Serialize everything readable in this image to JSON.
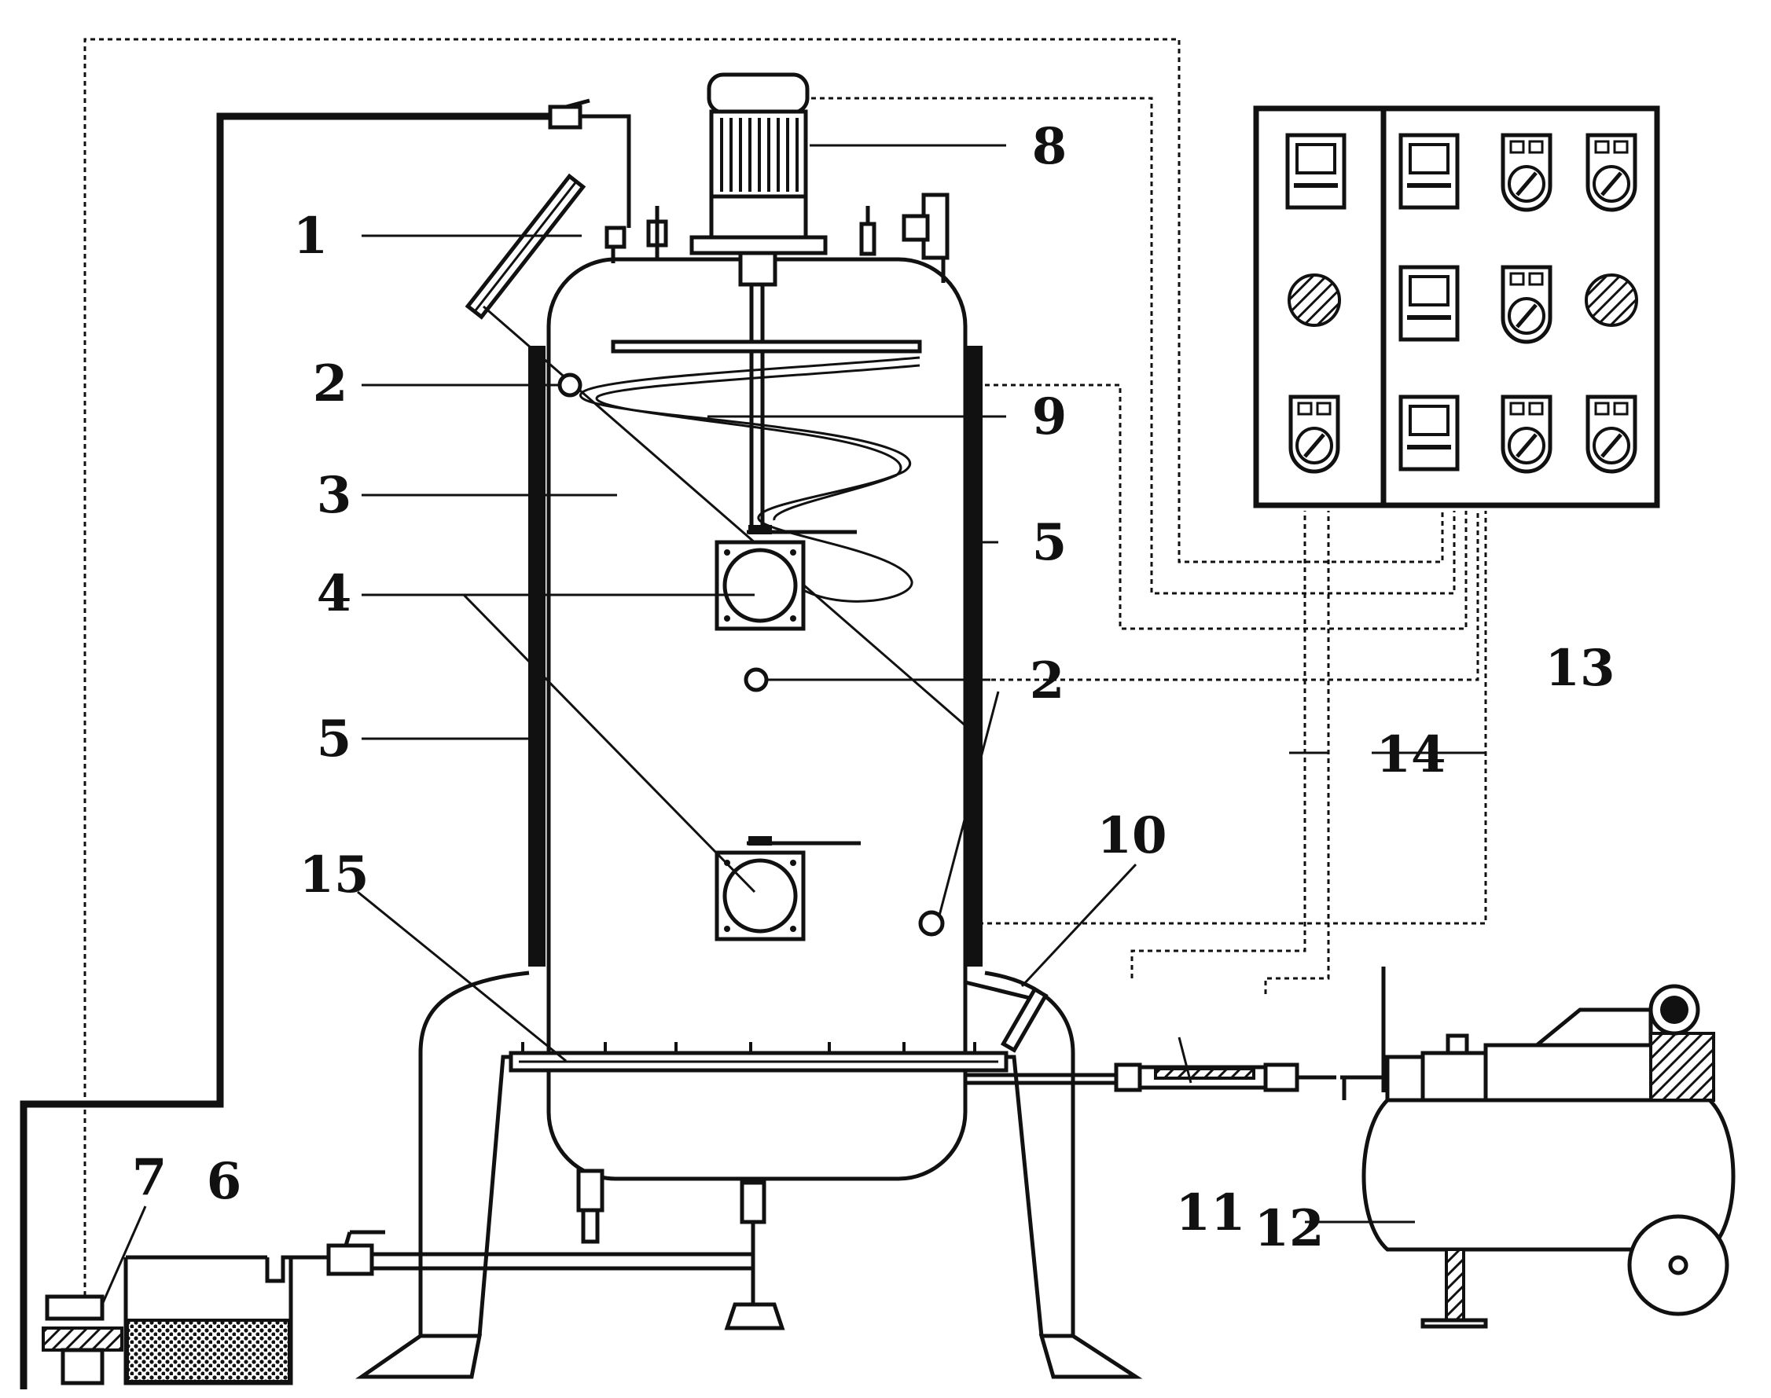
{
  "callouts": [
    {
      "key": "c1",
      "text": "1"
    },
    {
      "key": "c2a",
      "text": "2"
    },
    {
      "key": "c2b",
      "text": "2"
    },
    {
      "key": "c3",
      "text": "3"
    },
    {
      "key": "c4",
      "text": "4"
    },
    {
      "key": "c5a",
      "text": "5"
    },
    {
      "key": "c5b",
      "text": "5"
    },
    {
      "key": "c6",
      "text": "6"
    },
    {
      "key": "c7",
      "text": "7"
    },
    {
      "key": "c8",
      "text": "8"
    },
    {
      "key": "c9",
      "text": "9"
    },
    {
      "key": "c10",
      "text": "10"
    },
    {
      "key": "c11",
      "text": "11"
    },
    {
      "key": "c12",
      "text": "12"
    },
    {
      "key": "c13",
      "text": "13"
    },
    {
      "key": "c14",
      "text": "14"
    },
    {
      "key": "c15",
      "text": "15"
    }
  ]
}
